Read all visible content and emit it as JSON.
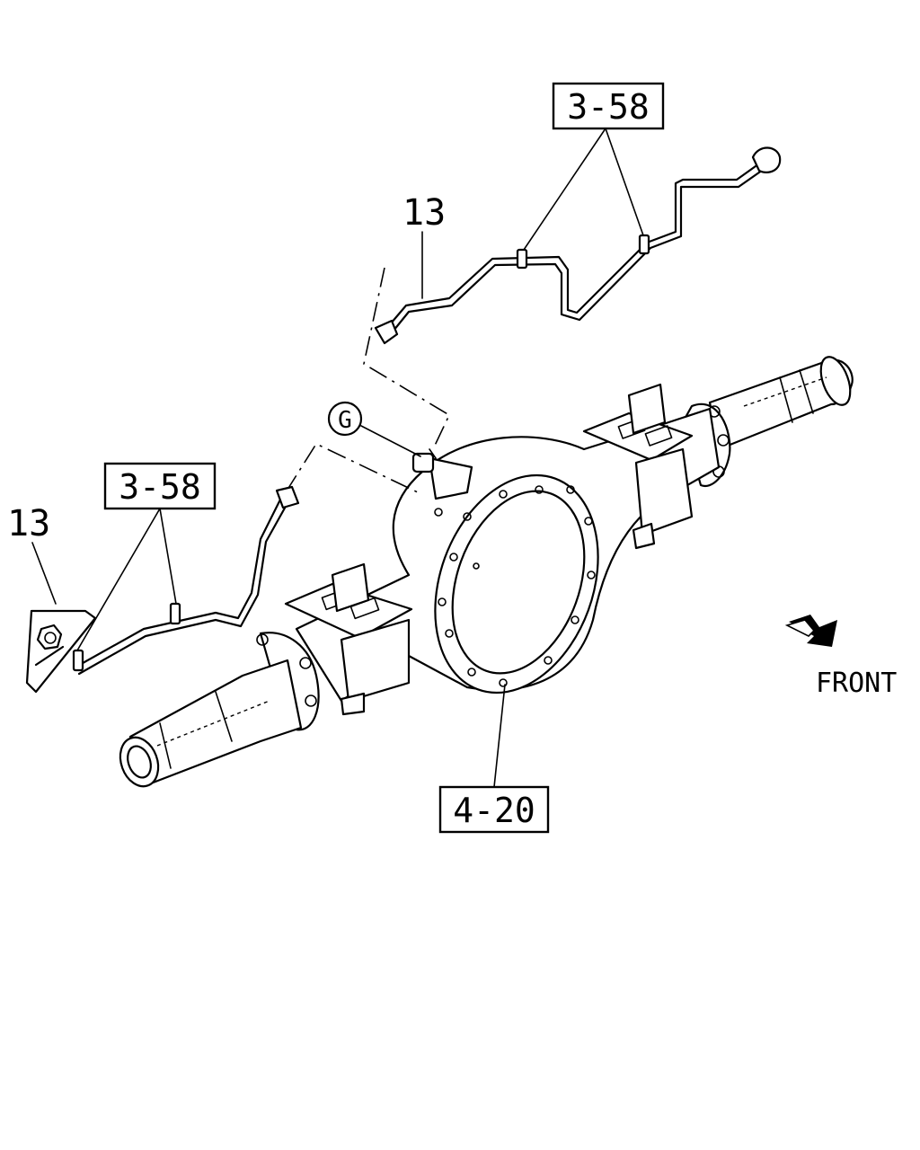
{
  "labels": {
    "part_13_top": "13",
    "part_13_left": "13",
    "ref_3_58_top": "3-58",
    "ref_3_58_left": "3-58",
    "ref_4_20": "4-20",
    "callout_g": "G",
    "front": "FRONT"
  }
}
